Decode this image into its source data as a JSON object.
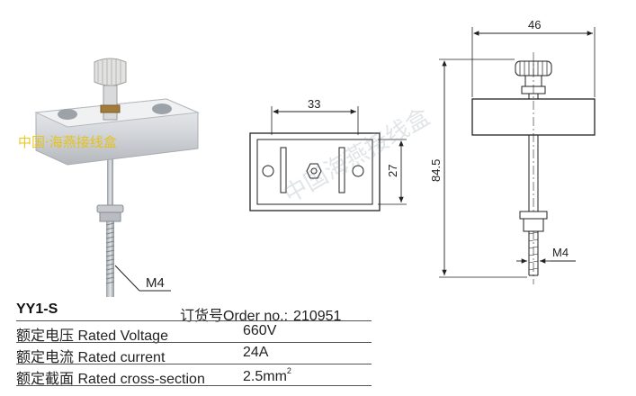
{
  "product": {
    "model": "YY1-S",
    "order_label": "订货号Order no.:",
    "order_number": "210951"
  },
  "specs": [
    {
      "label": "额定电压 Rated Voltage",
      "value": "660V"
    },
    {
      "label": "额定电流 Rated current",
      "value": "24A"
    },
    {
      "label": "额定截面 Rated cross-section",
      "value": "2.5mm",
      "sup": "2"
    }
  ],
  "photo": {
    "callout": "M4",
    "watermark": "中国·海燕接线盒"
  },
  "top_view": {
    "width_dim": "33",
    "height_dim": "27"
  },
  "side_view": {
    "width_dim": "46",
    "height_dim": "84.5",
    "thread_label": "M4",
    "watermark": "中国海燕接线盒"
  },
  "colors": {
    "line": "#222222",
    "metal": "#d7d9dc",
    "watermark": "#e8c000"
  }
}
